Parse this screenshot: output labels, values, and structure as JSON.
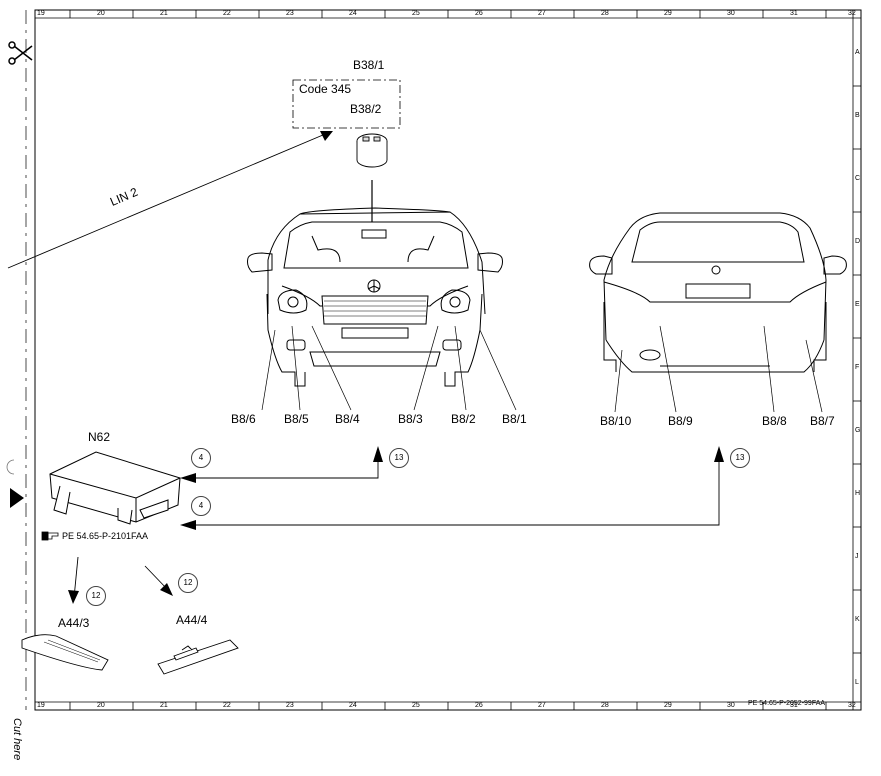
{
  "grid": {
    "columns_top": [
      "19",
      "20",
      "21",
      "22",
      "23",
      "24",
      "25",
      "26",
      "27",
      "28",
      "29",
      "30",
      "31",
      "32"
    ],
    "columns_bottom": [
      "19",
      "20",
      "21",
      "22",
      "23",
      "24",
      "25",
      "26",
      "27",
      "28",
      "29",
      "30",
      "31",
      "32"
    ],
    "rows": [
      "A",
      "B",
      "C",
      "D",
      "E",
      "F",
      "G",
      "H",
      "J",
      "K",
      "L"
    ]
  },
  "components": {
    "b38_1": "B38/1",
    "code": "Code 345",
    "b38_2": "B38/2",
    "lin": "LIN 2",
    "n62": "N62",
    "pe_ref": "PE 54.65-P-2101FAA",
    "a44_3": "A44/3",
    "a44_4": "A44/4"
  },
  "front_sensors": [
    "B8/6",
    "B8/5",
    "B8/4",
    "B8/3",
    "B8/2",
    "B8/1"
  ],
  "rear_sensors": [
    "B8/10",
    "B8/9",
    "B8/8",
    "B8/7"
  ],
  "callouts": {
    "c4_top": "4",
    "c4_bottom": "4",
    "c13_front": "13",
    "c13_rear": "13",
    "c12_left": "12",
    "c12_right": "12"
  },
  "footer": {
    "drawing_ref": "PE 54.65-P-2052-99FAA",
    "cut_here": "Cut here"
  },
  "icons": [
    "scissors-icon",
    "play-marker-icon",
    "pointing-hand-icon"
  ]
}
